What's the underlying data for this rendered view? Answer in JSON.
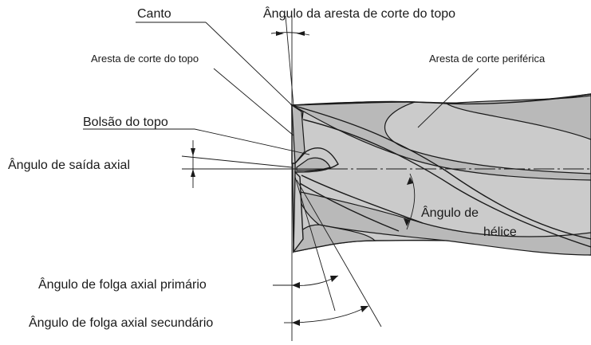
{
  "title": "",
  "labels": {
    "canto": "Canto",
    "angulo_aresta_corte_topo": "Ângulo da aresta de corte do topo",
    "aresta_corte_topo": "Aresta de corte do topo",
    "aresta_corte_periferica": "Aresta de corte periférica",
    "bolsao_topo": "Bolsão do topo",
    "angulo_saida_axial": "Ângulo de saída axial",
    "angulo_helice_1": "Ângulo de",
    "angulo_helice_2": "hélice",
    "angulo_folga_primario": "Ângulo de folga axial primário",
    "angulo_folga_secundario": "Ângulo de folga axial secundário"
  }
}
